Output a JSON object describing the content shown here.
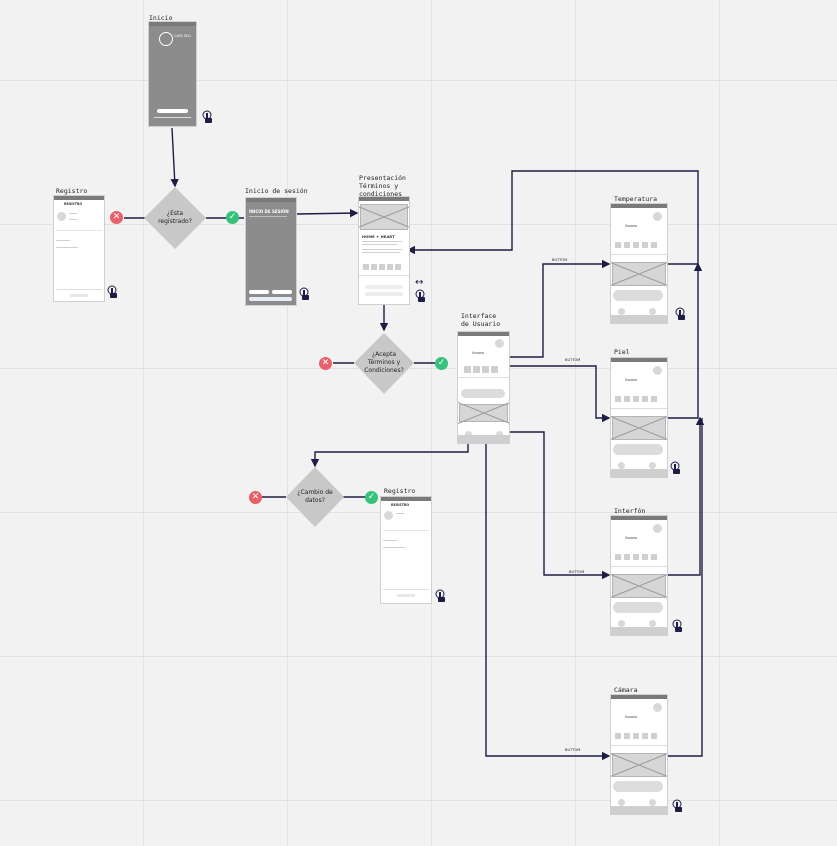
{
  "nodes": {
    "inicio": "Inicio",
    "registro": "Registro",
    "inicio_sesion": "Inicio de sesión",
    "presentacion": "Presentación Términos y condiciones",
    "interface": "Interface de Usuario",
    "temperatura": "Temperatura",
    "piel": "Piel",
    "interfon": "Interfón",
    "camara": "Cámara",
    "registro2": "Registro"
  },
  "decisions": {
    "registrado": "¿Esta registrado?",
    "acepta": "¿Acepta Términos y Condiciones?",
    "cambio": "¿Cambio de datos?"
  },
  "edge_labels": {
    "b1": "BUTTOM",
    "b2": "BUTTOM",
    "b3": "BUTTOM",
    "b4": "BUTTOM"
  },
  "screen_text": {
    "logo": "CARE SELL",
    "inicio_sesion_title": "INICIO DE SESIÓN",
    "home_heart": "HOME + HEART",
    "registro_title": "REGISTRO",
    "usuario": "Usuario"
  },
  "icons": [
    "pointer-hand-icon",
    "close-icon",
    "check-icon",
    "double-arrow-icon"
  ],
  "colors": {
    "line": "#1d1d45",
    "no": "#e8606a",
    "yes": "#37c27b",
    "diamond": "#c8c8c8"
  }
}
